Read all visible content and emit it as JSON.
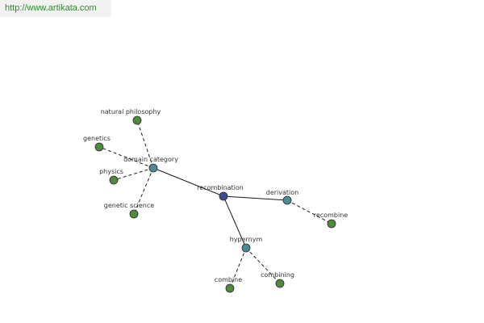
{
  "banner": {
    "url_text": "http://www.artikata.com"
  },
  "colors": {
    "root_node": "#3d4d8c",
    "relation_node": "#4a8a94",
    "leaf_node": "#4f8a3f",
    "node_stroke": "#2a2a2a",
    "edge": "#1a1a1a",
    "banner_text": "#2e8b2e",
    "banner_bg": "#f2f2f2"
  },
  "graph": {
    "nodes": [
      {
        "id": "recombination",
        "label": "recombination",
        "kind": "root"
      },
      {
        "id": "domain-category",
        "label": "domain category",
        "kind": "relation"
      },
      {
        "id": "derivation",
        "label": "derivation",
        "kind": "relation"
      },
      {
        "id": "hypernym",
        "label": "hypernym",
        "kind": "relation"
      },
      {
        "id": "natural-philosophy",
        "label": "natural philosophy",
        "kind": "leaf"
      },
      {
        "id": "genetics",
        "label": "genetics",
        "kind": "leaf"
      },
      {
        "id": "physics",
        "label": "physics",
        "kind": "leaf"
      },
      {
        "id": "genetic-science",
        "label": "genetic science",
        "kind": "leaf"
      },
      {
        "id": "recombine",
        "label": "recombine",
        "kind": "leaf"
      },
      {
        "id": "combine",
        "label": "combine",
        "kind": "leaf"
      },
      {
        "id": "combining",
        "label": "combining",
        "kind": "leaf"
      }
    ],
    "edges": [
      {
        "from": "recombination",
        "to": "domain-category",
        "style": "solid"
      },
      {
        "from": "recombination",
        "to": "derivation",
        "style": "solid"
      },
      {
        "from": "recombination",
        "to": "hypernym",
        "style": "solid"
      },
      {
        "from": "domain-category",
        "to": "natural-philosophy",
        "style": "dashed"
      },
      {
        "from": "domain-category",
        "to": "genetics",
        "style": "dashed"
      },
      {
        "from": "domain-category",
        "to": "physics",
        "style": "dashed"
      },
      {
        "from": "domain-category",
        "to": "genetic-science",
        "style": "dashed"
      },
      {
        "from": "derivation",
        "to": "recombine",
        "style": "dashed"
      },
      {
        "from": "hypernym",
        "to": "combine",
        "style": "dashed"
      },
      {
        "from": "hypernym",
        "to": "combining",
        "style": "dashed"
      }
    ]
  }
}
